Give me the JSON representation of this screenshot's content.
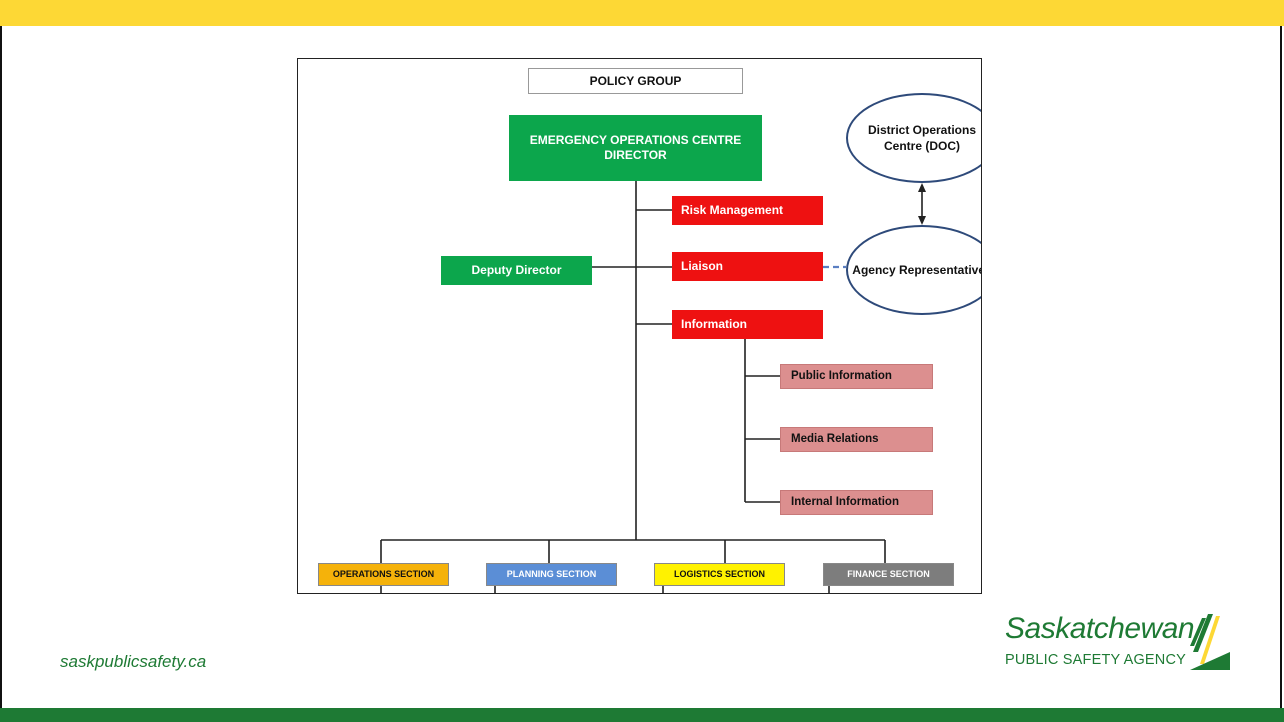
{
  "diagram": {
    "policy_group": "POLICY GROUP",
    "eoc_director": "EMERGENCY OPERATIONS CENTRE DIRECTOR",
    "deputy_director": "Deputy Director",
    "risk_management": "Risk Management",
    "liaison": "Liaison",
    "information": "Information",
    "public_information": "Public Information",
    "media_relations": "Media Relations",
    "internal_information": "Internal Information",
    "district_operations": "District Operations Centre (DOC)",
    "agency_representatives": "Agency Representatives",
    "sections": {
      "operations": "OPERATIONS SECTION",
      "planning": "PLANNING SECTION",
      "logistics": "LOGISTICS SECTION",
      "finance": "FINANCE SECTION"
    },
    "colors": {
      "green": "#0ca64c",
      "red": "#ee1111",
      "pink": "#dc8f8f",
      "orange": "#f5b20a",
      "blue": "#5b8ed6",
      "yellow": "#fff200",
      "gray": "#7d7d7d",
      "ellipse_border": "#2e4a7a"
    }
  },
  "footer": {
    "url": "saskpublicsafety.ca",
    "logo_main": "Saskatchewan",
    "logo_sub": "PUBLIC SAFETY AGENCY"
  },
  "theme": {
    "top_band": "#fdd835",
    "bottom_band": "#1e7a34"
  }
}
